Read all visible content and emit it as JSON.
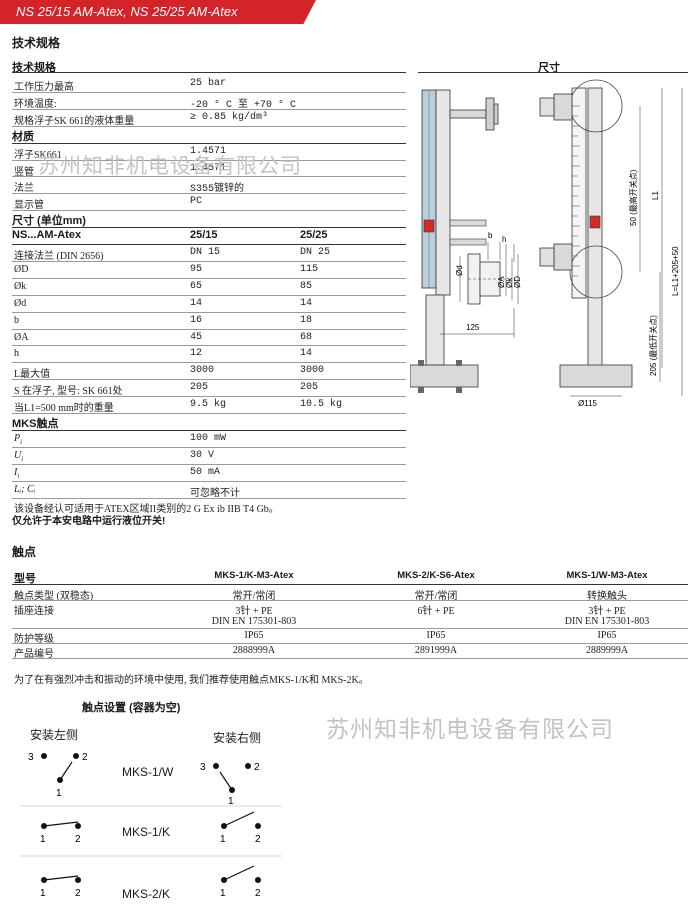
{
  "banner": {
    "title": "NS 25/15 AM-Atex, NS 25/25 AM-Atex"
  },
  "section_title": "技术规格",
  "spec": {
    "header_label": "技术规格",
    "dims_header": "尺寸",
    "rows": [
      [
        "工作压力最高",
        "25 bar"
      ],
      [
        "环境温度:",
        "-20 ° C 至 +70 ° C"
      ],
      [
        "规格浮子SK 661的液体重量",
        "≥ 0.85 kg/dm³"
      ]
    ],
    "material_header": "材质",
    "material_rows": [
      [
        "浮子SK661",
        "1.4571"
      ],
      [
        "竖管",
        "1.4571"
      ],
      [
        "法兰",
        "S355镀锌的"
      ],
      [
        "显示管",
        "PC"
      ]
    ],
    "size_header": "尺寸 (单位mm)",
    "size_cols": [
      "NS...AM-Atex",
      "25/15",
      "25/25"
    ],
    "size_rows": [
      [
        "连接法兰 (DIN 2656)",
        "DN 15",
        "DN 25"
      ],
      [
        "ØD",
        "95",
        "115"
      ],
      [
        "Øk",
        "65",
        "85"
      ],
      [
        "Ød",
        "14",
        "14"
      ],
      [
        "b",
        "16",
        "18"
      ],
      [
        "ØA",
        "45",
        "68"
      ],
      [
        "h",
        "12",
        "14"
      ],
      [
        "L最大值",
        "3000",
        "3000"
      ],
      [
        "S 在浮子, 型号: SK 661处",
        "205",
        "205"
      ],
      [
        "当L1=500  mm时的重量",
        "9.5 kg",
        "10.5 kg"
      ]
    ],
    "mks_header": "MKS触点",
    "mks_rows": [
      [
        "P",
        "i",
        "100 mW"
      ],
      [
        "U",
        "i",
        "30 V"
      ],
      [
        "I",
        "i",
        "50 mA"
      ],
      [
        "L",
        "i",
        "可忽略不计"
      ]
    ],
    "mks_li_ci": "Lᵢ; Cᵢ",
    "atex_note": "该设备经认可适用于ATEX区域II类别的2  G  Ex  ib  IIB  T4 Gb。",
    "atex_note_bold": "仅允许于本安电路中运行液位开关!"
  },
  "contacts": {
    "title": "触点",
    "header": [
      "型号",
      "MKS-1/K-M3-Atex",
      "MKS-2/K-S6-Atex",
      "MKS-1/W-M3-Atex"
    ],
    "rows": [
      [
        "触点类型 (双稳态)",
        "常开/常闭",
        "常开/常闭",
        "转换触头"
      ],
      [
        "插座连接",
        "3针 + PE",
        "6针 + PE",
        "3针 + PE"
      ],
      [
        "",
        "DIN EN 175301-803",
        "",
        "DIN EN 175301-803"
      ],
      [
        "防护等级",
        "IP65",
        "IP65",
        "IP65"
      ],
      [
        "产品编号",
        "2888999A",
        "2891999A",
        "2889999A"
      ]
    ],
    "note": "为了在有强烈冲击和振动的环境中使用, 我们推荐使用触点MKS-1/K和 MKS-2K。"
  },
  "contact_settings": {
    "title": "触点设置 (容器为空)",
    "left_label": "安装左侧",
    "right_label": "安装右侧",
    "types": [
      "MKS-1/W",
      "MKS-1/K",
      "MKS-2/K"
    ],
    "pins": [
      "1",
      "2",
      "3"
    ]
  },
  "drawing": {
    "labels": {
      "b": "b",
      "h": "h",
      "d": "Ød",
      "A": "ØA",
      "k": "Øk",
      "D": "ØD",
      "dim125": "125",
      "dim115": "Ø115",
      "max_switch": "50 (最高开关点)",
      "min_switch": "205 (最低开关点)",
      "L1": "L1",
      "L_total": "L=L1+205+50"
    }
  },
  "watermark": "苏州知非机电设备有限公司",
  "colors": {
    "accent": "#d5232a",
    "steel": "#c8c8c8",
    "gauge": "#b9cfe0",
    "float": "#d52a2a"
  }
}
